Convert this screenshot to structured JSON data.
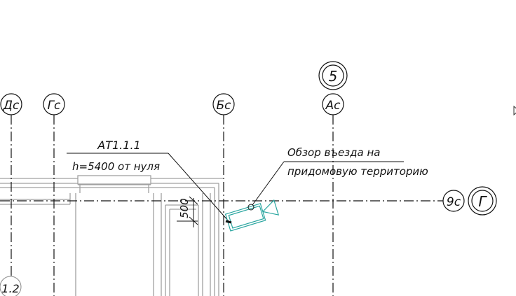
{
  "axes": {
    "vertical": [
      {
        "label": "Дс"
      },
      {
        "label": "Гс"
      },
      {
        "label": "Бс"
      },
      {
        "label": "Ас"
      }
    ],
    "top_marker": "5",
    "horizontal": {
      "label": "9с"
    },
    "right_marker": "Г",
    "bottom_left_marker": "1.2"
  },
  "annotations": {
    "element_mark": "АТ1.1.1",
    "height_note": "h=5400 от нуля",
    "camera_note_line1": "Обзор въезда на",
    "camera_note_line2": "придомовую территорию",
    "dimension": "500"
  },
  "colors": {
    "camera": "#2aa6a0",
    "lines": "#111111",
    "walls": "#9a9a9a"
  }
}
